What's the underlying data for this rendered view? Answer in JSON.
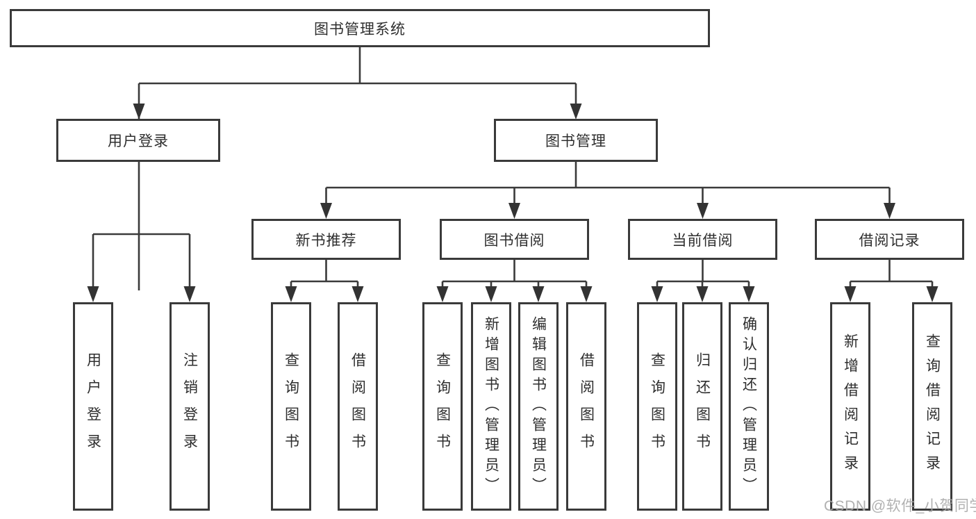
{
  "diagram": {
    "title": "图书管理系统",
    "colors": {
      "line": "#3a3a3a",
      "box_border": "#3a3a3a",
      "box_background": "#ffffff",
      "text": "#2e2e2e",
      "watermark": "#a9a9a9"
    },
    "root": {
      "label": "图书管理系统"
    },
    "level2": [
      {
        "id": "user-login",
        "label": "用户登录"
      },
      {
        "id": "book-management",
        "label": "图书管理"
      }
    ],
    "level3": [
      {
        "id": "new-book-recommend",
        "label": "新书推荐",
        "parent": "book-management"
      },
      {
        "id": "book-borrowing",
        "label": "图书借阅",
        "parent": "book-management"
      },
      {
        "id": "current-borrowing",
        "label": "当前借阅",
        "parent": "book-management"
      },
      {
        "id": "borrowing-records",
        "label": "借阅记录",
        "parent": "book-management"
      }
    ],
    "leaves": [
      {
        "parent": "user-login",
        "label": "用户登录"
      },
      {
        "parent": "user-login",
        "label": "注销登录"
      },
      {
        "parent": "new-book-recommend",
        "label": "查询图书"
      },
      {
        "parent": "new-book-recommend",
        "label": "借阅图书"
      },
      {
        "parent": "book-borrowing",
        "label": "查询图书"
      },
      {
        "parent": "book-borrowing",
        "label": "新增图书（管理员）"
      },
      {
        "parent": "book-borrowing",
        "label": "编辑图书（管理员）"
      },
      {
        "parent": "book-borrowing",
        "label": "借阅图书"
      },
      {
        "parent": "current-borrowing",
        "label": "查询图书"
      },
      {
        "parent": "current-borrowing",
        "label": "归还图书"
      },
      {
        "parent": "current-borrowing",
        "label": "确认归还（管理员）"
      },
      {
        "parent": "borrowing-records",
        "label": "新增借阅记录"
      },
      {
        "parent": "borrowing-records",
        "label": "查询借阅记录"
      }
    ],
    "watermark": "CSDN @软件_小贺同学"
  }
}
